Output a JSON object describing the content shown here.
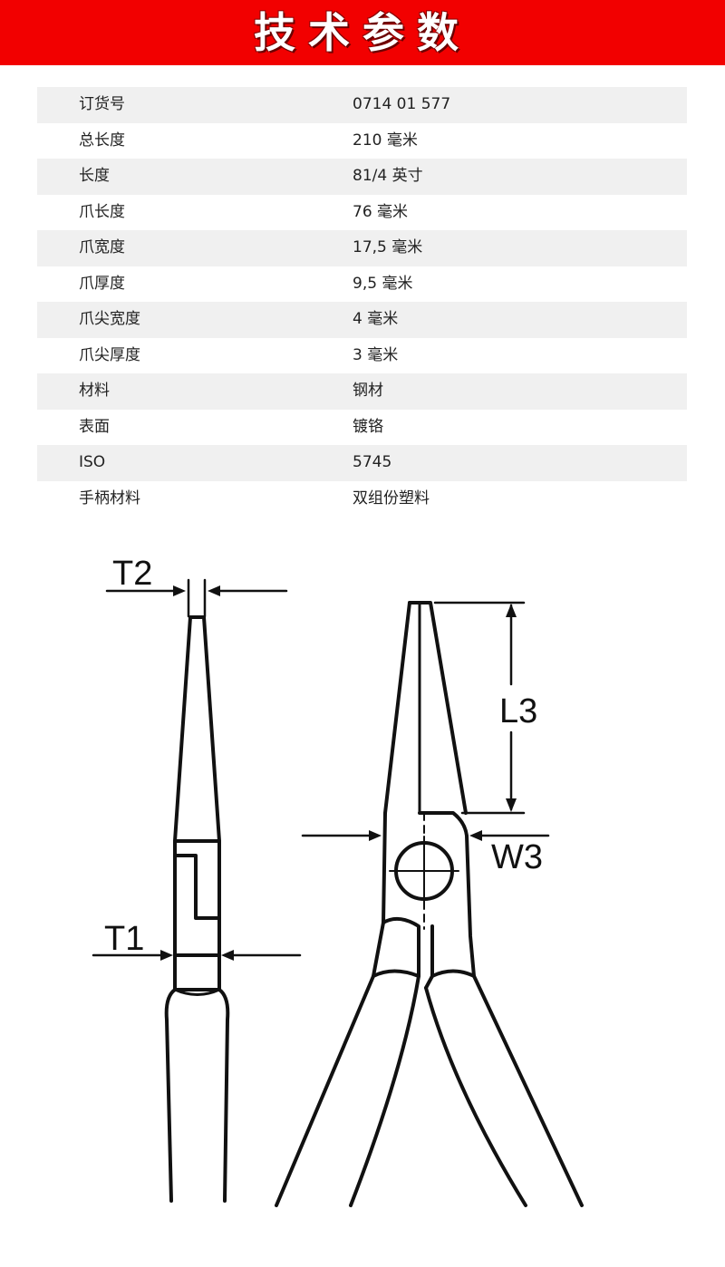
{
  "banner": {
    "title": "技术参数",
    "color": "#f20000"
  },
  "specs": [
    {
      "label": "订货号",
      "value": "0714 01 577"
    },
    {
      "label": "总长度",
      "value": "210 毫米"
    },
    {
      "label": "长度",
      "value": "81/4 英寸"
    },
    {
      "label": "爪长度",
      "value": "76 毫米"
    },
    {
      "label": "爪宽度",
      "value": "17,5 毫米"
    },
    {
      "label": "爪厚度",
      "value": "9,5 毫米"
    },
    {
      "label": "爪尖宽度",
      "value": "4 毫米"
    },
    {
      "label": "爪尖厚度",
      "value": "3 毫米"
    },
    {
      "label": "材料",
      "value": "钢材"
    },
    {
      "label": "表面",
      "value": "镀铬"
    },
    {
      "label": "ISO",
      "value": "5745"
    },
    {
      "label": "手柄材料",
      "value": "双组份塑料"
    }
  ],
  "drawing": {
    "labels": {
      "t2": "T2",
      "t1": "T1",
      "l3": "L3",
      "w3": "W3"
    }
  }
}
